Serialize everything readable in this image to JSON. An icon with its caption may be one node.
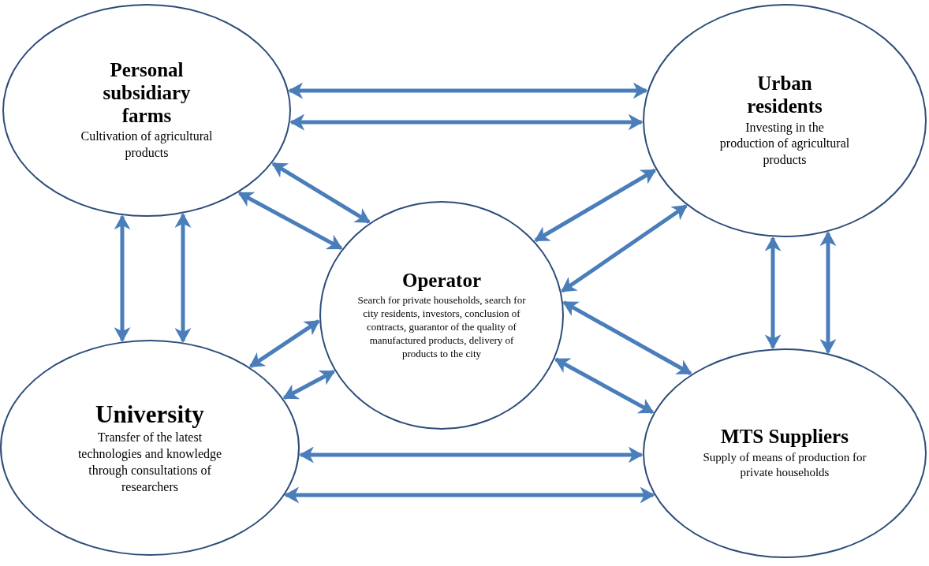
{
  "diagram": {
    "nodes": [
      {
        "text": [
          "Personal subsidiary farms",
          "Cultivation of agricultural products"
        ]
      },
      {
        "text": [
          "Urban residents",
          "Investing in the production of agricultural products"
        ]
      },
      {
        "text": [
          "Operator",
          "Search for private households, search for city residents, investors, conclusion of contracts, guarantor of the quality of manufactured products, delivery of products to the city"
        ]
      },
      {
        "text": [
          "University",
          "Transfer of the latest technologies and knowledge through consultations of researchers"
        ]
      },
      {
        "text": [
          "MTS Suppliers",
          "Supply of means of production for private households"
        ]
      }
    ],
    "edges": [
      {
        "from": 0,
        "to": 1,
        "arrow": "both"
      },
      {
        "from": 0,
        "to": 1,
        "arrow": "both"
      },
      {
        "from": 0,
        "to": 2,
        "arrow": "both"
      },
      {
        "from": 0,
        "to": 2,
        "arrow": "both"
      },
      {
        "from": 1,
        "to": 2,
        "arrow": "both"
      },
      {
        "from": 1,
        "to": 2,
        "arrow": "both"
      },
      {
        "from": 0,
        "to": 3,
        "arrow": "both"
      },
      {
        "from": 0,
        "to": 3,
        "arrow": "both"
      },
      {
        "from": 1,
        "to": 4,
        "arrow": "both"
      },
      {
        "from": 1,
        "to": 4,
        "arrow": "both"
      },
      {
        "from": 3,
        "to": 2,
        "arrow": "both"
      },
      {
        "from": 3,
        "to": 2,
        "arrow": "both"
      },
      {
        "from": 2,
        "to": 4,
        "arrow": "both"
      },
      {
        "from": 2,
        "to": 4,
        "arrow": "both"
      },
      {
        "from": 3,
        "to": 4,
        "arrow": "both"
      },
      {
        "from": 3,
        "to": 4,
        "arrow": "both"
      }
    ]
  }
}
